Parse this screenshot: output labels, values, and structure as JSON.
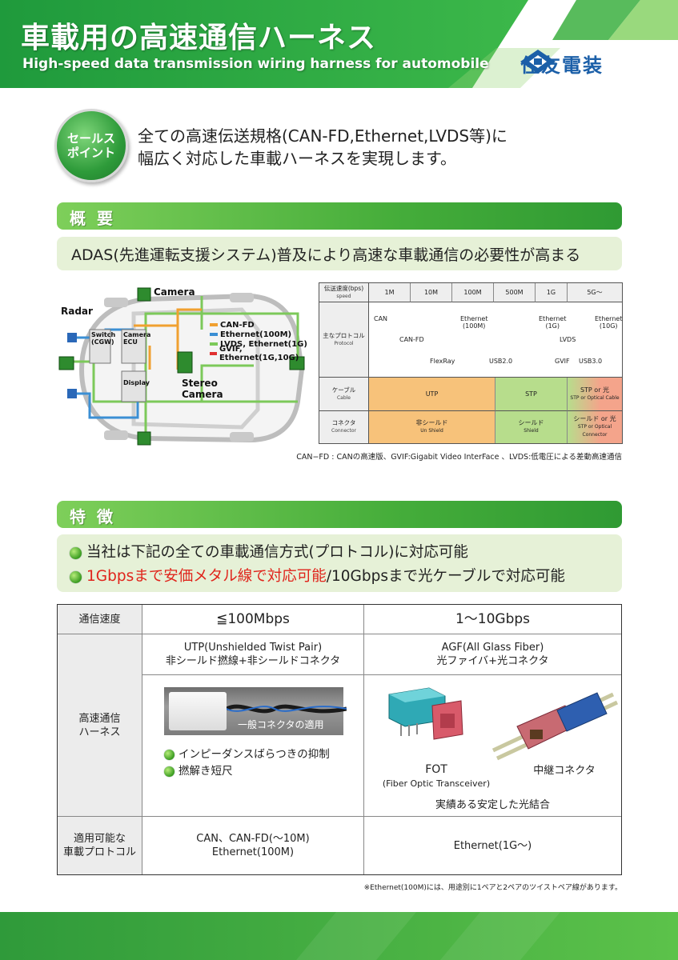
{
  "header": {
    "title_ja": "車載用の高速通信ハーネス",
    "title_en": "High-speed data transmission wiring harness for automobile",
    "logo_text": "住友電装"
  },
  "sales_point": {
    "badge_line1": "セールス",
    "badge_line2": "ポイント",
    "line1": "全ての高速伝送規格(CAN-FD,Ethernet,LVDS等)に",
    "line2": "幅広く対応した車載ハーネスを実現します。"
  },
  "overview": {
    "heading": "概要",
    "summary": "ADAS(先進運転支援システム)普及により高速な車載通信の必要性が高まる",
    "diagram": {
      "labels": {
        "camera": "Camera",
        "radar": "Radar",
        "switch": "Switch (CGW)",
        "camera_ecu": "Camera ECU",
        "display": "Display",
        "stereo_camera": "Stereo Camera"
      },
      "legend": [
        {
          "label": "CAN-FD",
          "color": "#f0a030"
        },
        {
          "label": "Ethernet(100M)",
          "color": "#3b8fd4"
        },
        {
          "label": "LVDS, Ethernet(1G)",
          "color": "#7cc95a"
        },
        {
          "label": "GVIF, Ethernet(1G,10G)",
          "color": "#e03030"
        }
      ]
    },
    "speed_table": {
      "speed_label": "伝送速度(bps)",
      "speed_sub": "speed",
      "speeds": [
        "1M",
        "10M",
        "100M",
        "500M",
        "1G",
        "5G〜"
      ],
      "protocol_label": "主なプロトコル",
      "protocol_sub": "Protocol",
      "protocols": {
        "can": "CAN",
        "canfd": "CAN-FD",
        "eth100_1": "Ethernet",
        "eth100_2": "(100M)",
        "eth1g_1": "Ethernet",
        "eth1g_2": "(1G)",
        "eth10g_1": "Ethernet",
        "eth10g_2": "(10G)",
        "lvds": "LVDS",
        "flexray": "FlexRay",
        "usb2": "USB2.0",
        "gvif": "GVIF",
        "usb3": "USB3.0"
      },
      "cable_label": "ケーブル",
      "cable_sub": "Cable",
      "cable_utp": "UTP",
      "cable_stp": "STP",
      "cable_opt": "STP or 光",
      "cable_opt_sub": "STP or Optical Cable",
      "connector_label": "コネクタ",
      "connector_sub": "Connector",
      "conn_unshield": "非シールド",
      "conn_unshield_sub": "Un Shield",
      "conn_shield": "シールド",
      "conn_shield_sub": "Shield",
      "conn_opt": "シールド or 光",
      "conn_opt_sub": "STP or Optical Connector"
    },
    "note": "CAN−FD : CANの高速版、GVIF:Gigabit Video InterFace 、LVDS:低電圧による差動高速通信"
  },
  "features": {
    "heading": "特徴",
    "line1": "当社は下記の全ての車載通信方式(プロトコル)に対応可能",
    "line2_red": "1Gbpsまで安価メタル線で対応可能",
    "line2_rest": "/10Gbpsまで光ケーブルで対応可能"
  },
  "comparison": {
    "speed_label": "通信速度",
    "col1": "≦100Mbps",
    "col2": "1〜10Gbps",
    "harness_label_1": "高速通信",
    "harness_label_2": "ハーネス",
    "utp_line1": "UTP(Unshielded Twist Pair)",
    "utp_line2": "非シールド撚線+非シールドコネクタ",
    "agf_line1": "AGF(All Glass Fiber)",
    "agf_line2": "光ファイバ+光コネクタ",
    "photo_caption": "一般コネクタの適用",
    "bullet1": "インピーダンスばらつきの抑制",
    "bullet2": "撚解き短尺",
    "fot": "FOT",
    "fot_sub": "(Fiber Optic Transceiver)",
    "relay": "中継コネクタ",
    "optical_note": "実績ある安定した光結合",
    "protocol_label_1": "適用可能な",
    "protocol_label_2": "車載プロトコル",
    "proto1_line1": "CAN、CAN-FD(〜10M)",
    "proto1_line2": "Ethernet(100M)",
    "proto2": "Ethernet(1G〜)"
  },
  "footnote": "※Ethernet(100M)には、用途別に1ペアと2ペアのツイストペア線があります。"
}
